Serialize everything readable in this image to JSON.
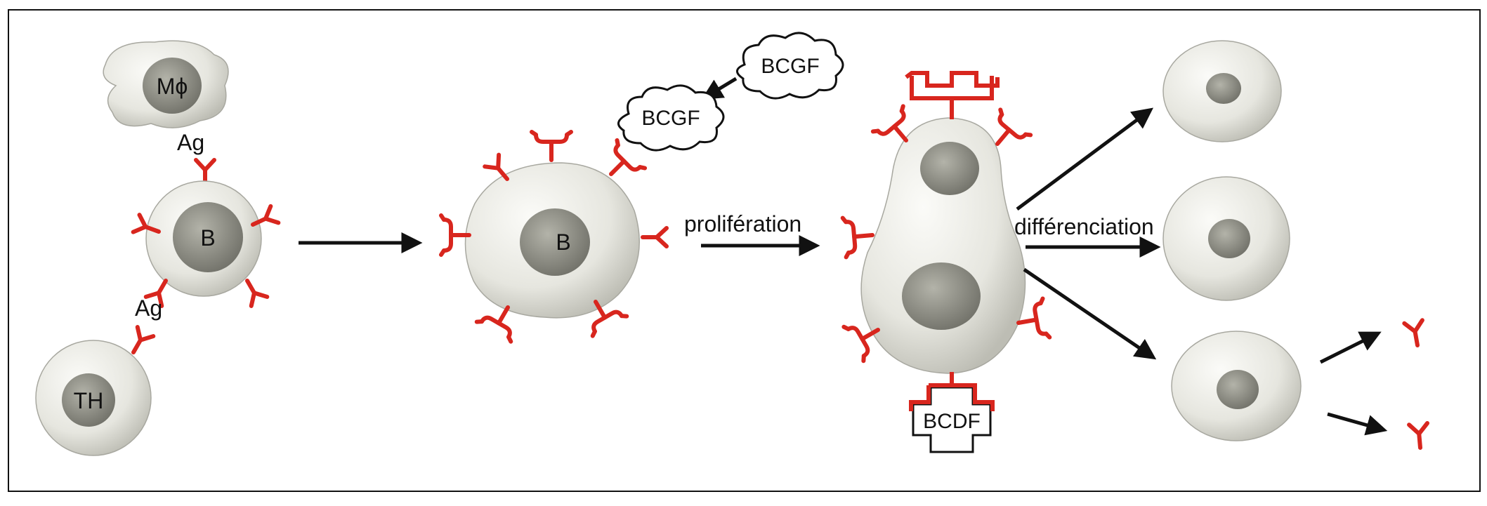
{
  "colors": {
    "receptor": "#d8261e",
    "cell_fill": "#e9e9e2",
    "nucleus": "#8f8f86",
    "outline": "#111111",
    "arrow": "#111111"
  },
  "labels": {
    "macrophage": "Mϕ",
    "antigen_top": "Ag",
    "b_cell_1": "B",
    "antigen_bottom": "Ag",
    "helper_t": "TH",
    "b_cell_2": "B",
    "factor_growth_1": "BCGF",
    "factor_growth_2": "BCGF",
    "process_1": "prolifération",
    "process_2": "différenciation",
    "factor_diff": "BCDF"
  },
  "icons": {
    "receptor": "y-shaped-antibody-receptor-icon",
    "free_antibody": "free-antibody-icon",
    "cloud": "cloud-callout-icon",
    "cross": "cross-receptor-icon"
  }
}
